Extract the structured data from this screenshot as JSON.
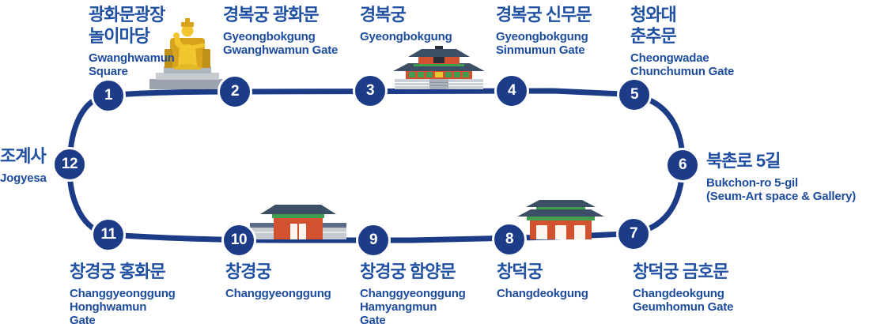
{
  "diagram_title": "Seoul palace loop tour route",
  "colors": {
    "route_line": "#1c3c87",
    "circle_fill": "#1c3c87",
    "circle_ring": "#ffffff",
    "circle_number": "#ffffff",
    "korean_title": "#2050a2",
    "english_subtitle": "#1d4c9e",
    "background": "#ffffff"
  },
  "stops": [
    {
      "number": "1",
      "title_lines": [
        "광화문광장",
        "놀이마당"
      ],
      "subtitle_lines": [
        "Gwanghwamun",
        "Square"
      ]
    },
    {
      "number": "2",
      "title_lines": [
        "경복궁 광화문"
      ],
      "subtitle_lines": [
        "Gyeongbokgung",
        "Gwanghwamun Gate"
      ]
    },
    {
      "number": "3",
      "title_lines": [
        "경복궁"
      ],
      "subtitle_lines": [
        "Gyeongbokgung"
      ]
    },
    {
      "number": "4",
      "title_lines": [
        "경복궁 신무문"
      ],
      "subtitle_lines": [
        "Gyeongbokgung",
        "Sinmumun Gate"
      ]
    },
    {
      "number": "5",
      "title_lines": [
        "청와대",
        "춘추문"
      ],
      "subtitle_lines": [
        "Cheongwadae",
        "Chunchumun Gate"
      ]
    },
    {
      "number": "6",
      "title_lines": [
        "북촌로 5길"
      ],
      "subtitle_lines": [
        "Bukchon-ro 5-gil",
        "(Seum-Art space & Gallery)"
      ]
    },
    {
      "number": "7",
      "title_lines": [
        "창덕궁 금호문"
      ],
      "subtitle_lines": [
        "Changdeokgung",
        "Geumhomun Gate"
      ]
    },
    {
      "number": "8",
      "title_lines": [
        "창덕궁"
      ],
      "subtitle_lines": [
        "Changdeokgung"
      ]
    },
    {
      "number": "9",
      "title_lines": [
        "창경궁 함양문"
      ],
      "subtitle_lines": [
        "Changgyeonggung",
        "Hamyangmun",
        "Gate"
      ]
    },
    {
      "number": "10",
      "title_lines": [
        "창경궁"
      ],
      "subtitle_lines": [
        "Changgyeonggung"
      ]
    },
    {
      "number": "11",
      "title_lines": [
        "창경궁 홍화문"
      ],
      "subtitle_lines": [
        "Changgyeonggung",
        "Honghwamun",
        "Gate"
      ]
    },
    {
      "number": "12",
      "title_lines": [
        "조계사"
      ],
      "subtitle_lines": [
        "Jogyesa"
      ]
    }
  ],
  "illustrations": [
    {
      "name": "king-sejong-statue-illustration"
    },
    {
      "name": "gyeongbokgung-palace-illustration"
    },
    {
      "name": "changgyeonggung-gate-illustration"
    },
    {
      "name": "changdeokgung-gate-illustration"
    }
  ]
}
